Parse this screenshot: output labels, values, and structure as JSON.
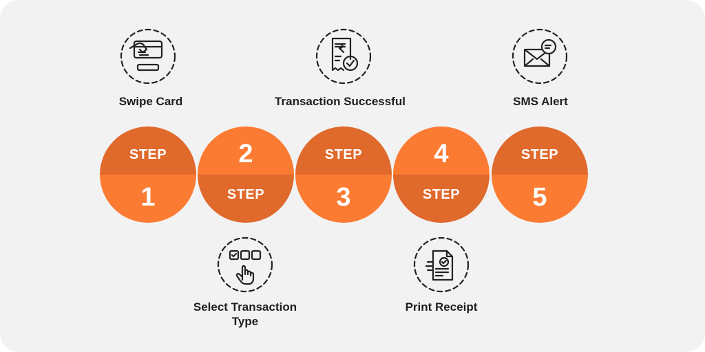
{
  "steps": [
    {
      "word": "STEP",
      "number": "1",
      "label": "Swipe Card",
      "icon": "swipe-card-icon"
    },
    {
      "word": "STEP",
      "number": "2",
      "label": "Select  Transaction Type",
      "icon": "select-transaction-icon"
    },
    {
      "word": "STEP",
      "number": "3",
      "label": "Transaction Successful",
      "icon": "transaction-success-icon"
    },
    {
      "word": "STEP",
      "number": "4",
      "label": "Print Receipt",
      "icon": "print-receipt-icon"
    },
    {
      "word": "STEP",
      "number": "5",
      "label": "SMS Alert",
      "icon": "sms-alert-icon"
    }
  ],
  "colors": {
    "dark_orange": "#e0692c",
    "light_orange": "#fb7b32",
    "background": "#f2f2f2",
    "text": "#1e1e1e"
  }
}
